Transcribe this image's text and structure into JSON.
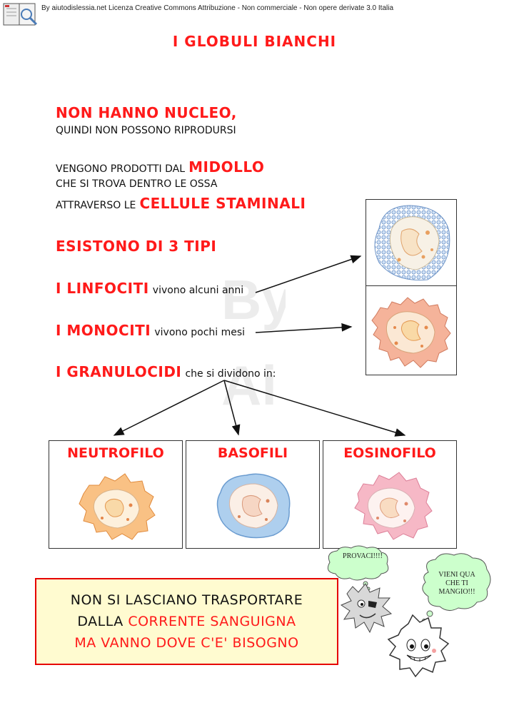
{
  "license": "By aiutodislessia.net Licenza Creative Commons Attribuzione - Non commerciale - Non opere derivate 3.0 Italia",
  "watermark": "By Ai",
  "title": "I GLOBULI BIANCHI",
  "intro": {
    "no_nucleus": "NON HANNO NUCLEO,",
    "no_reproduce": "QUINDI NON POSSONO RIPRODURSI",
    "produced_by": "VENGONO PRODOTTI DAL",
    "marrow": "MIDOLLO",
    "inside_bones": "CHE SI TROVA DENTRO LE OSSA",
    "through": "ATTRAVERSO LE",
    "stem_cells": "CELLULE STAMINALI"
  },
  "types": {
    "heading": "ESISTONO DI 3 TIPI",
    "items": [
      {
        "name": "I LINFOCITI",
        "note": "vivono alcuni anni"
      },
      {
        "name": "I MONOCITI",
        "note": "vivono pochi mesi"
      },
      {
        "name": "I GRANULOCIDI",
        "note": "che si dividono in:"
      }
    ]
  },
  "granulocytes": [
    "NEUTROFILO",
    "BASOFILI",
    "EOSINOFILO"
  ],
  "summary": {
    "line1": "NON SI LASCIANO TRASPORTARE",
    "line2_prefix": "DALLA",
    "line2_highlight": "CORRENTE SANGUIGNA",
    "line3": "MA VANNO DOVE C'E' BISOGNO"
  },
  "cartoon": {
    "bubble_left": "PROVACI!!!!",
    "bubble_right": [
      "VIENI QUA",
      "CHE TI",
      "MANGIO!!!"
    ]
  },
  "colors": {
    "accent_red": "#ff1a1a",
    "summary_bg": "#fffbd0",
    "bubble_green": "#ccffcc",
    "lymphocyte_blue": "#8fb3e0",
    "monocyte_salmon": "#f0a080",
    "neutrophil_orange": "#f7b070",
    "basophil_blue": "#9cc4ec",
    "eosinophil_pink": "#f4a6b8"
  }
}
